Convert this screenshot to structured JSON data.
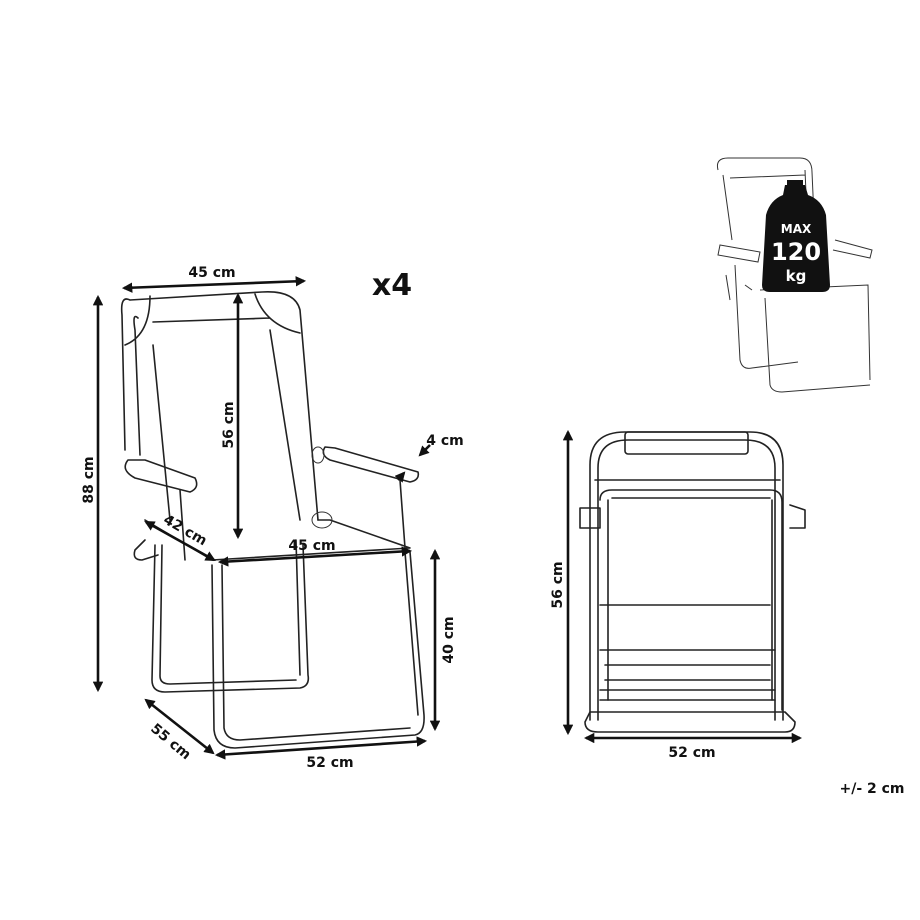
{
  "diagram": {
    "quantity": "x4",
    "main_view": {
      "backrest_width": "45 cm",
      "total_height": "88 cm",
      "backrest_height": "56 cm",
      "armrest_width": "4 cm",
      "seat_depth": "42 cm",
      "seat_width": "45 cm",
      "seat_height": "40 cm",
      "depth": "55 cm",
      "width": "52 cm"
    },
    "folded_view": {
      "height": "56 cm",
      "width": "52 cm"
    },
    "max_load": {
      "line1": "MAX",
      "line2": "120",
      "line3": "kg"
    },
    "tolerance": "+/- 2 cm"
  }
}
